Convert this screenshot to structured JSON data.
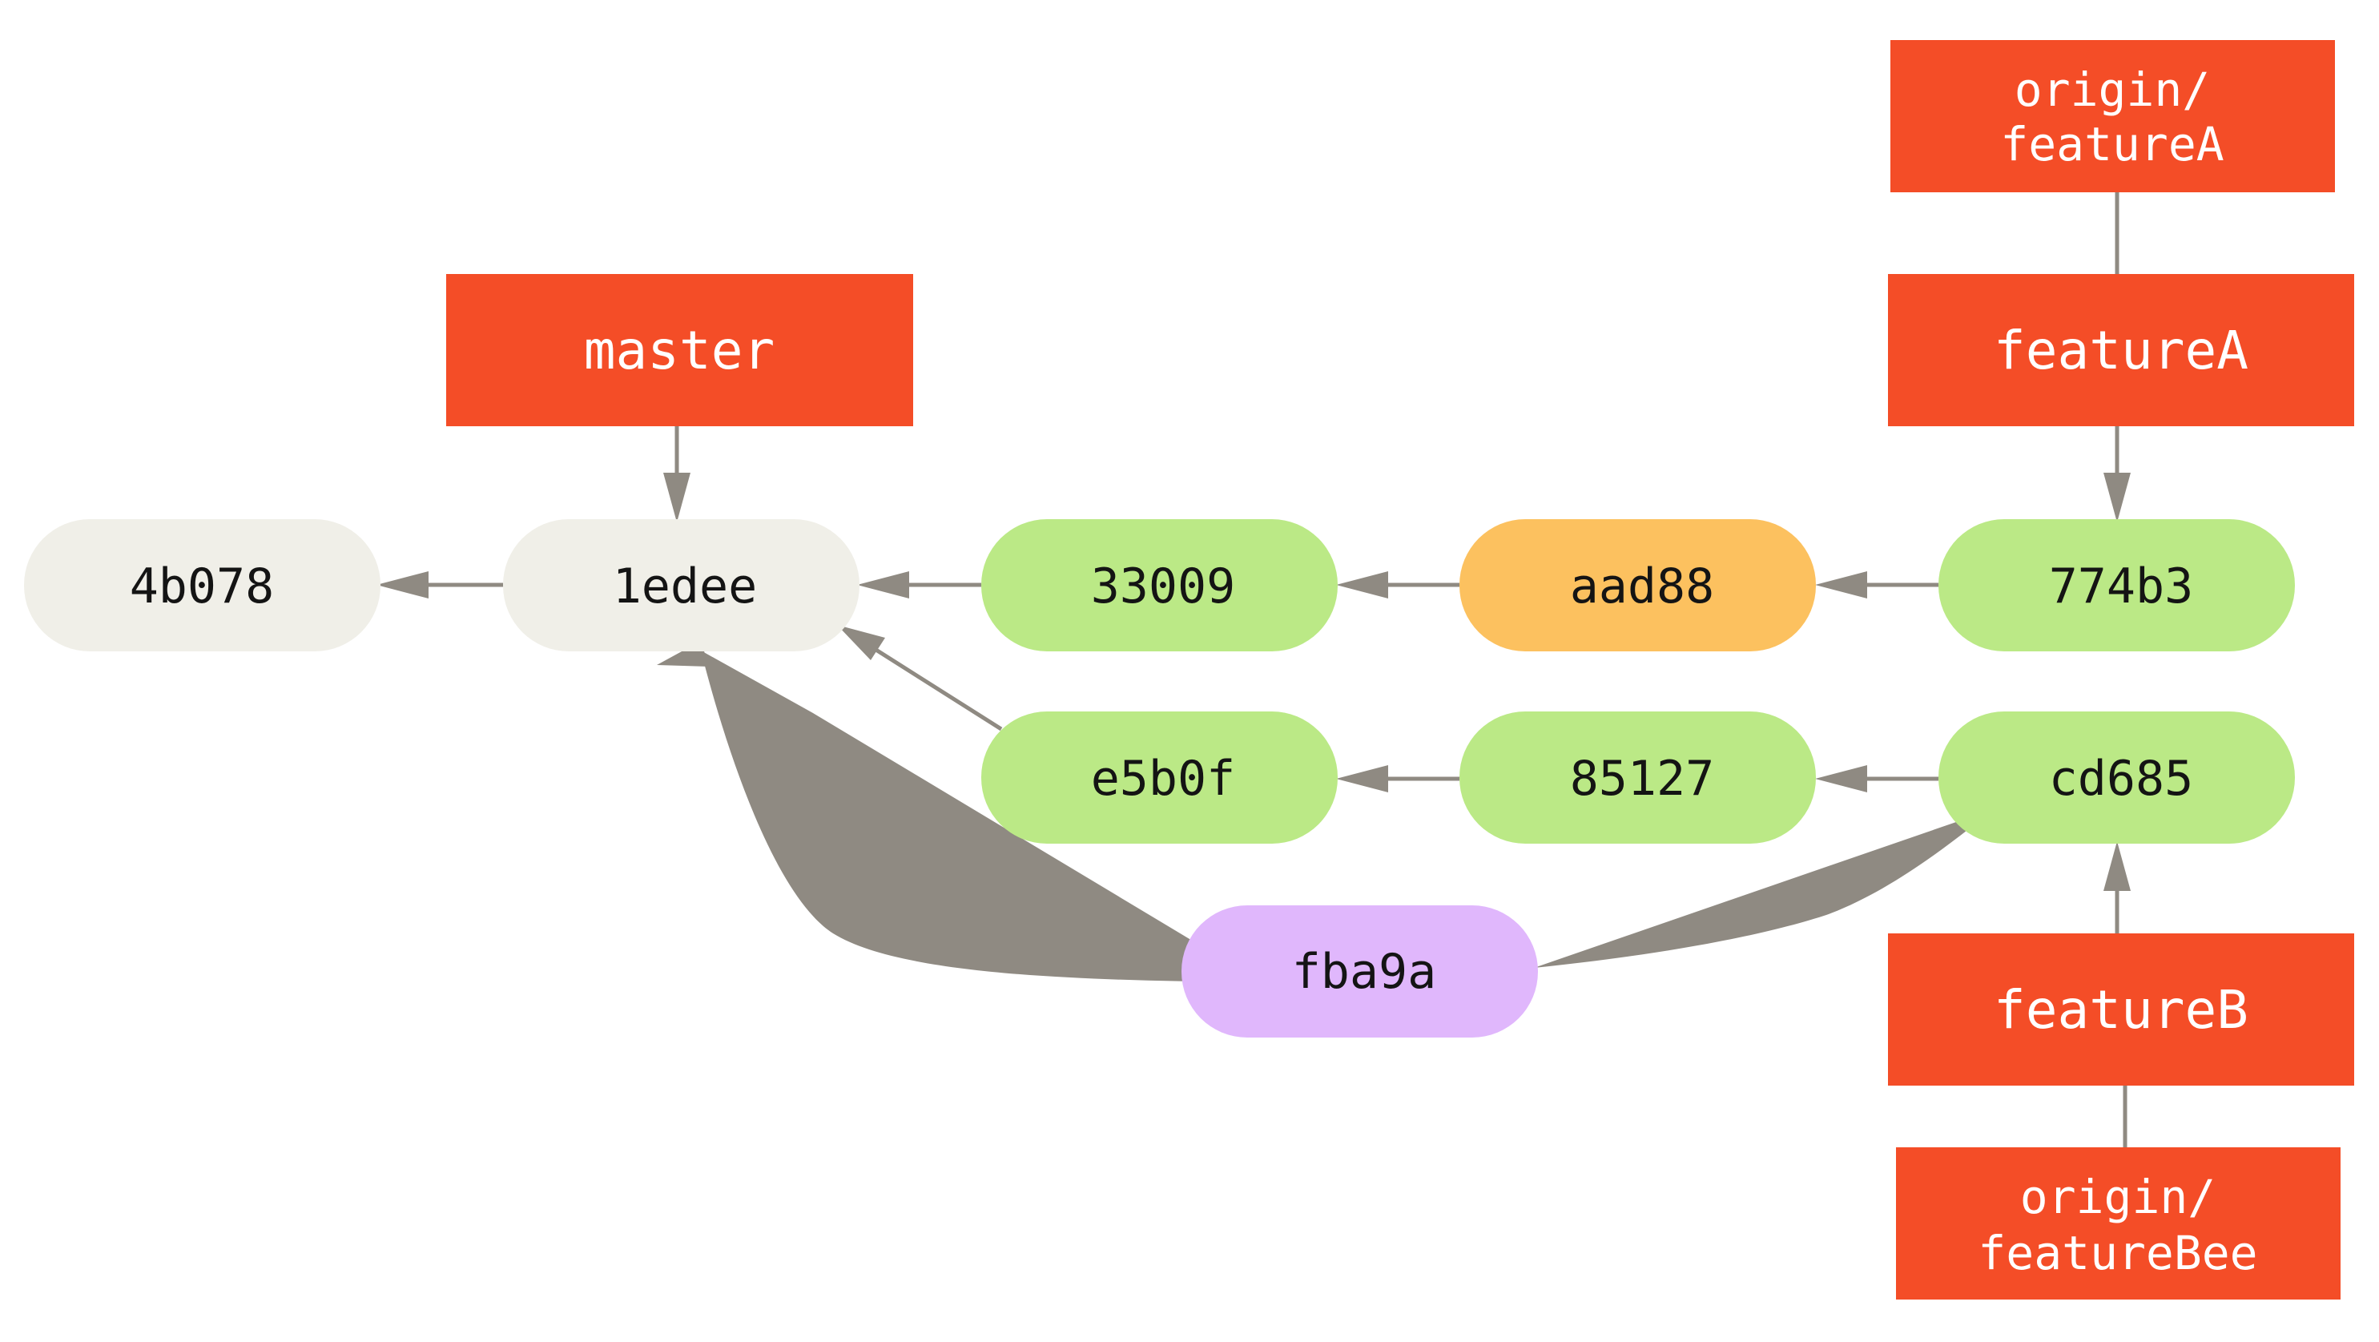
{
  "colors": {
    "edge": "#8f8a82",
    "branch_bg": "#f44d27",
    "branch_text": "#ffffff",
    "commit_text": "#141414",
    "commit_grey": "#f0efe8",
    "commit_green": "#bbe986",
    "commit_orange": "#fcc15f",
    "commit_purple": "#e0b7fc"
  },
  "commits": {
    "c4b078": {
      "label": "4b078",
      "color": "#f0efe8"
    },
    "c1edee": {
      "label": "1edee",
      "color": "#f0efe8"
    },
    "c33009": {
      "label": "33009",
      "color": "#bbe986"
    },
    "caad88": {
      "label": "aad88",
      "color": "#fcc15f"
    },
    "c774b3": {
      "label": "774b3",
      "color": "#bbe986"
    },
    "ce5b0f": {
      "label": "e5b0f",
      "color": "#bbe986"
    },
    "c85127": {
      "label": "85127",
      "color": "#bbe986"
    },
    "ccd685": {
      "label": "cd685",
      "color": "#bbe986"
    },
    "cfba9a": {
      "label": "fba9a",
      "color": "#e0b7fc"
    }
  },
  "branches": {
    "master": {
      "line1": "master",
      "line2": ""
    },
    "featureA": {
      "line1": "featureA",
      "line2": ""
    },
    "origin_featureA": {
      "line1": "origin/",
      "line2": "featureA"
    },
    "featureB": {
      "line1": "featureB",
      "line2": ""
    },
    "origin_featureBee": {
      "line1": "origin/",
      "line2": "featureBee"
    }
  }
}
